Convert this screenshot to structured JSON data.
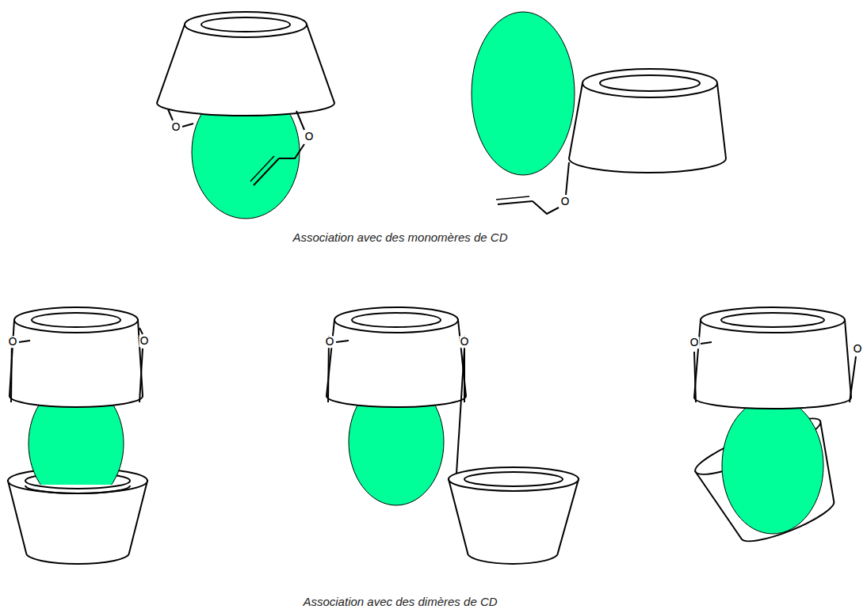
{
  "diagram": {
    "labels": [
      "O",
      "O",
      "O",
      "Association avec des monomères de CD",
      "O",
      "O",
      "O",
      "O",
      "O",
      "O",
      "Association avec des dimères de CD"
    ]
  }
}
